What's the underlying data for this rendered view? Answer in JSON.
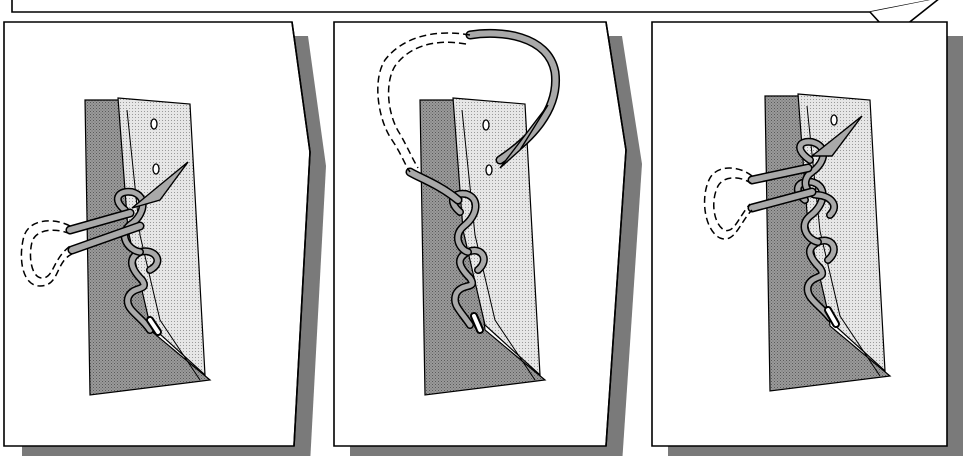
{
  "callout": {
    "text": "",
    "border_color": "#000000"
  },
  "colors": {
    "background": "#ffffff",
    "panel_shadow": "#7a7a7a",
    "fabric_dark": "#8f8f8f",
    "fabric_light": "#dcdcdc",
    "thread": "#a9a9a9",
    "outline": "#000000"
  },
  "steps": [
    {
      "id": "step-1",
      "icon": "needle-through-loop"
    },
    {
      "id": "step-2",
      "icon": "thread-pulled-up"
    },
    {
      "id": "step-3",
      "icon": "needle-through-next-loop"
    }
  ],
  "arrows": [
    {
      "from": "step-1",
      "to": "step-2"
    },
    {
      "from": "step-2",
      "to": "step-3"
    }
  ]
}
